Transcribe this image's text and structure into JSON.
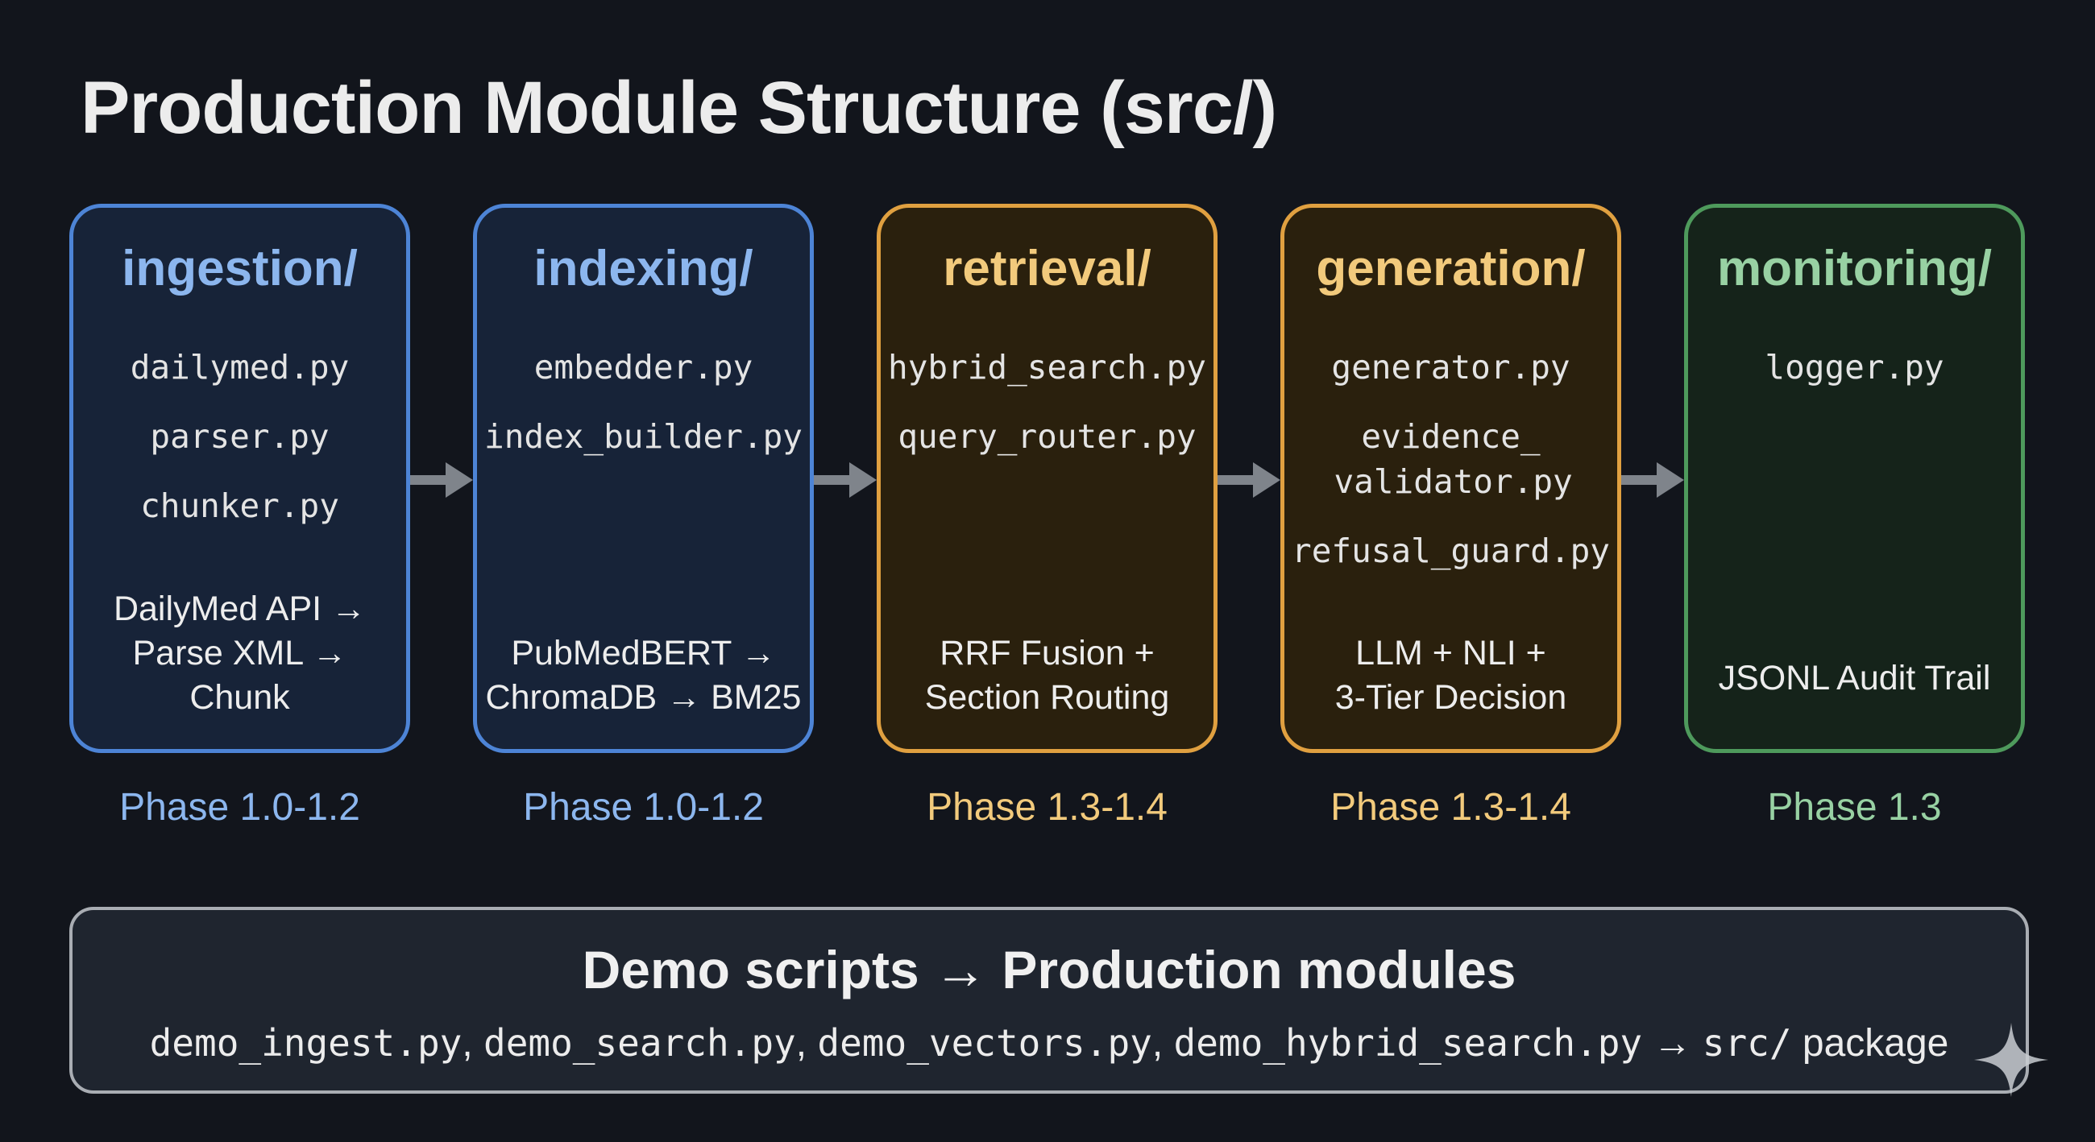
{
  "title": "Production Module Structure (src/)",
  "modules": [
    {
      "name": "ingestion/",
      "files": [
        "dailymed.py",
        "parser.py",
        "chunker.py"
      ],
      "desc": [
        "DailyMed API →",
        "Parse XML → Chunk"
      ],
      "phase": "Phase 1.0-1.2",
      "color": "#4d84d6"
    },
    {
      "name": "indexing/",
      "files": [
        "embedder.py",
        "index_builder.py"
      ],
      "desc": [
        "PubMedBERT →",
        "ChromaDB → BM25"
      ],
      "phase": "Phase 1.0-1.2",
      "color": "#4d84d6"
    },
    {
      "name": "retrieval/",
      "files": [
        "hybrid_search.py",
        "query_router.py"
      ],
      "desc": [
        "RRF Fusion +",
        "Section Routing"
      ],
      "phase": "Phase 1.3-1.4",
      "color": "#e0a040"
    },
    {
      "name": "generation/",
      "files": [
        "generator.py",
        "evidence_ validator.py",
        "refusal_guard.py"
      ],
      "desc": [
        "LLM + NLI +",
        "3-Tier Decision"
      ],
      "phase": "Phase 1.3-1.4",
      "color": "#e0a040"
    },
    {
      "name": "monitoring/",
      "files": [
        "logger.py"
      ],
      "desc": [
        "JSONL Audit Trail"
      ],
      "phase": "Phase 1.3",
      "color": "#4e9a5c"
    }
  ],
  "demo": {
    "title": "Demo scripts → Production modules",
    "scripts": [
      "demo_ingest.py",
      "demo_search.py",
      "demo_vectors.py",
      "demo_hybrid_search.py"
    ],
    "separator": ", ",
    "arrow": " → ",
    "target_mono": "src/",
    "target_text": " package"
  }
}
